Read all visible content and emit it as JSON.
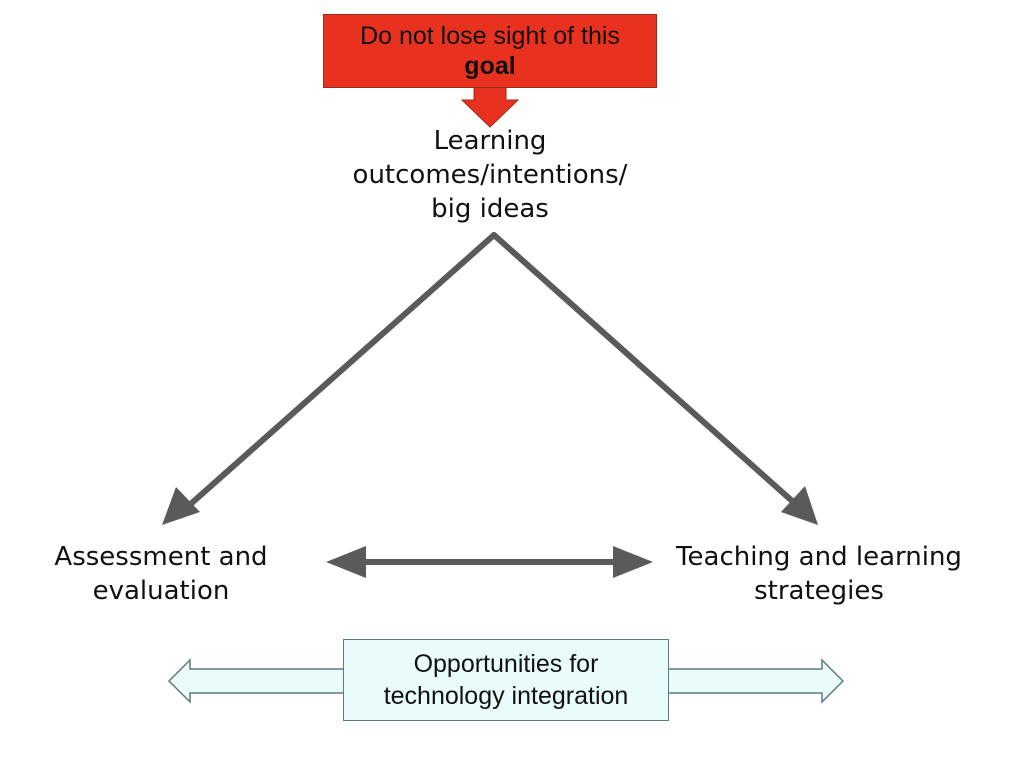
{
  "goal": {
    "line1": "Do not lose sight of this",
    "line2": "goal",
    "fill_color": "#e8321f"
  },
  "nodes": {
    "top": {
      "line1": "Learning",
      "line2": "outcomes/intentions/",
      "line3": "big ideas"
    },
    "left": {
      "line1": "Assessment and",
      "line2": "evaluation"
    },
    "right": {
      "line1": "Teaching and learning",
      "line2": "strategies"
    }
  },
  "technology": {
    "line1": "Opportunities for",
    "line2": "technology integration",
    "fill_color": "#e9fbfb"
  },
  "colors": {
    "arrow": "#5a5a5a",
    "text": "#111111"
  }
}
